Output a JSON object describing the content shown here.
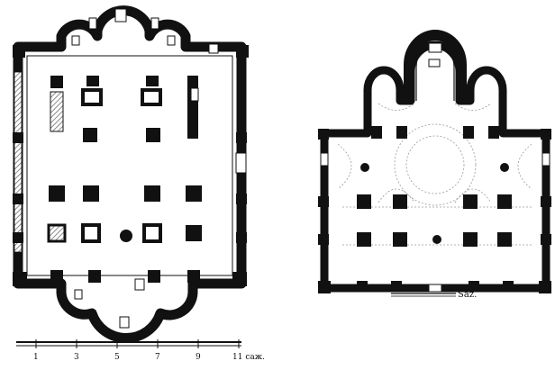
{
  "figure": {
    "left_plan": {
      "scale_ticks": [
        "1",
        "3",
        "5",
        "7",
        "9",
        "11 сaж."
      ]
    },
    "right_plan": {
      "scale_label": "Sаž."
    },
    "colors": {
      "ink": "#111111",
      "hatch": "#6e6e6e",
      "paper": "#ffffff",
      "faint": "#9a9a9a"
    }
  }
}
